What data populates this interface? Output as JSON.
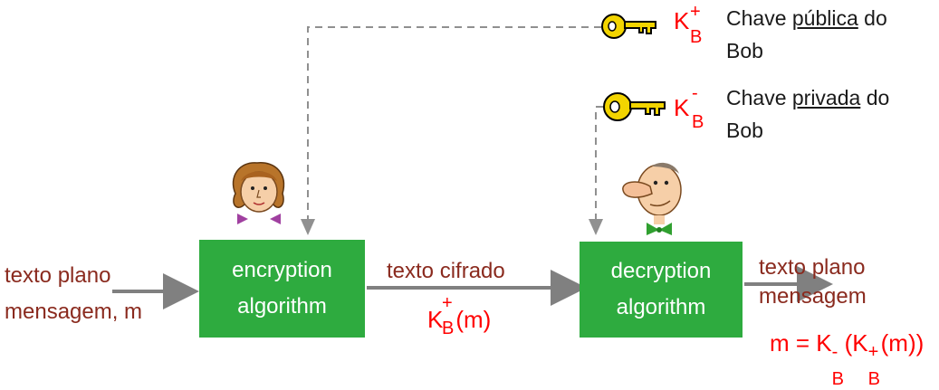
{
  "colors": {
    "box_fill": "#2eab3f",
    "plain_text": "#8a2a1e",
    "key_notation": "#ff0000",
    "arrow": "#808080",
    "dashed_line": "#909090"
  },
  "encryption_box": {
    "line1": "encryption",
    "line2": "algorithm"
  },
  "decryption_box": {
    "line1": "decryption",
    "line2": "algorithm"
  },
  "input_label": {
    "line1": "texto plano",
    "line2": "mensagem, m"
  },
  "cipher_label": {
    "text": "texto cifrado"
  },
  "cipher_formula": {
    "k": "K",
    "sup": "+",
    "sub": "B",
    "arg": "(m)"
  },
  "output_label": {
    "line1": "texto plano",
    "line2": "mensagem"
  },
  "output_formula": {
    "lhs": "m = K",
    "sup1": "-",
    "sub1": "B",
    "mid": "(K",
    "sup2": "+",
    "sub2": "B",
    "end": "(m))"
  },
  "public_key": {
    "k": "K",
    "sup": "+",
    "sub": "B",
    "desc_pre": "Chave ",
    "desc_u": "pública",
    "desc_post": " do",
    "desc_line2": "Bob"
  },
  "private_key": {
    "k": "K",
    "sup": "-",
    "sub": "B",
    "desc_pre": "Chave ",
    "desc_u": "privada",
    "desc_post": " do",
    "desc_line2": "Bob"
  },
  "icons": [
    "key-icon",
    "key-icon",
    "alice-avatar",
    "bob-avatar"
  ]
}
